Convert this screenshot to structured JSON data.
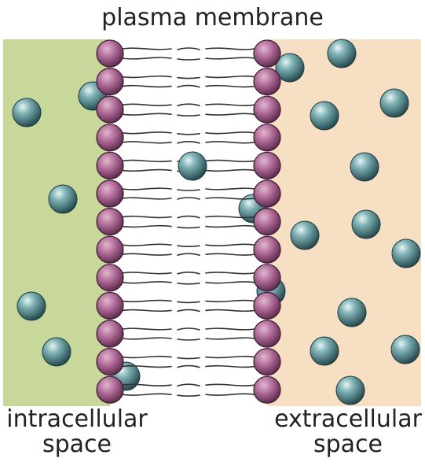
{
  "title": "plasma membrane",
  "regions": {
    "intracellular": {
      "line1": "intracellular",
      "line2": "space",
      "color": "#c8d89a"
    },
    "extracellular": {
      "line1": "extracellular",
      "line2": "space",
      "color": "#f6dfc2"
    }
  },
  "colors": {
    "phospholipid_head": "#8a4a75",
    "molecule": "#3e7b80"
  }
}
